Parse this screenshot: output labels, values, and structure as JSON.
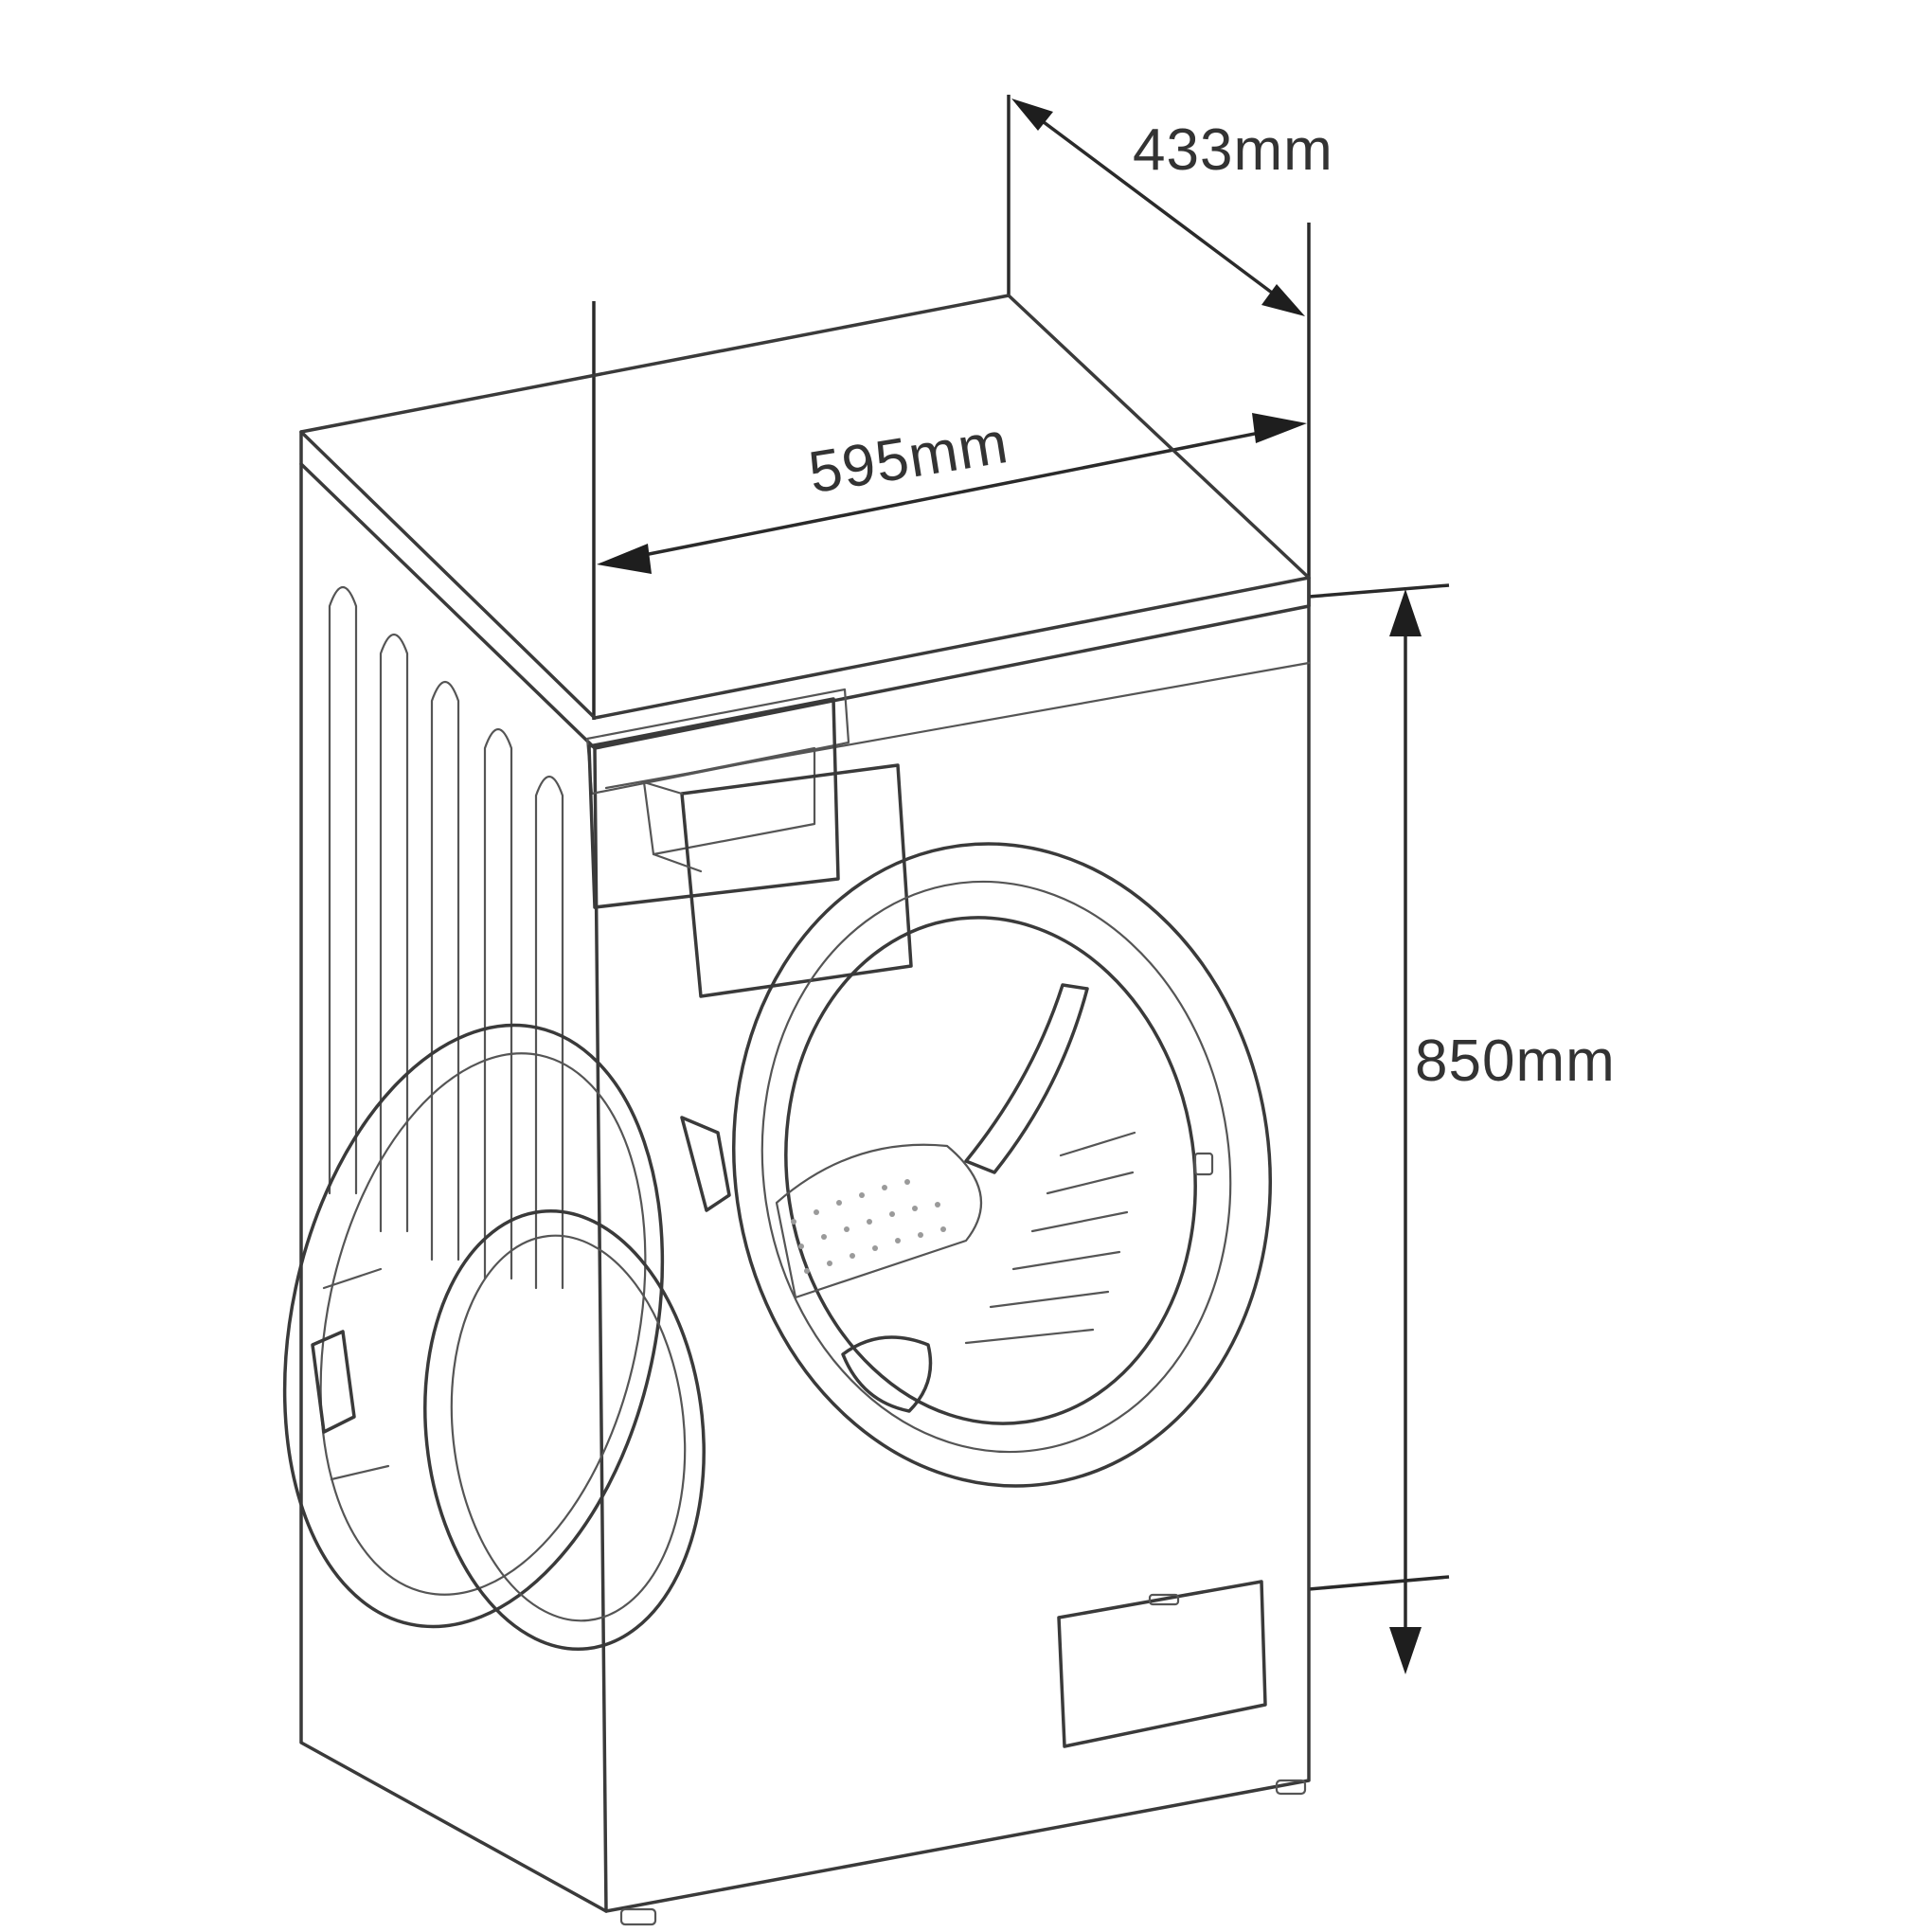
{
  "diagram": {
    "subject": "front-loading washing machine with door and detergent drawer open",
    "line_color": "#3a3a3a",
    "background": "#ffffff",
    "dimensions": {
      "depth": "433mm",
      "width": "595mm",
      "height": "850mm"
    }
  }
}
